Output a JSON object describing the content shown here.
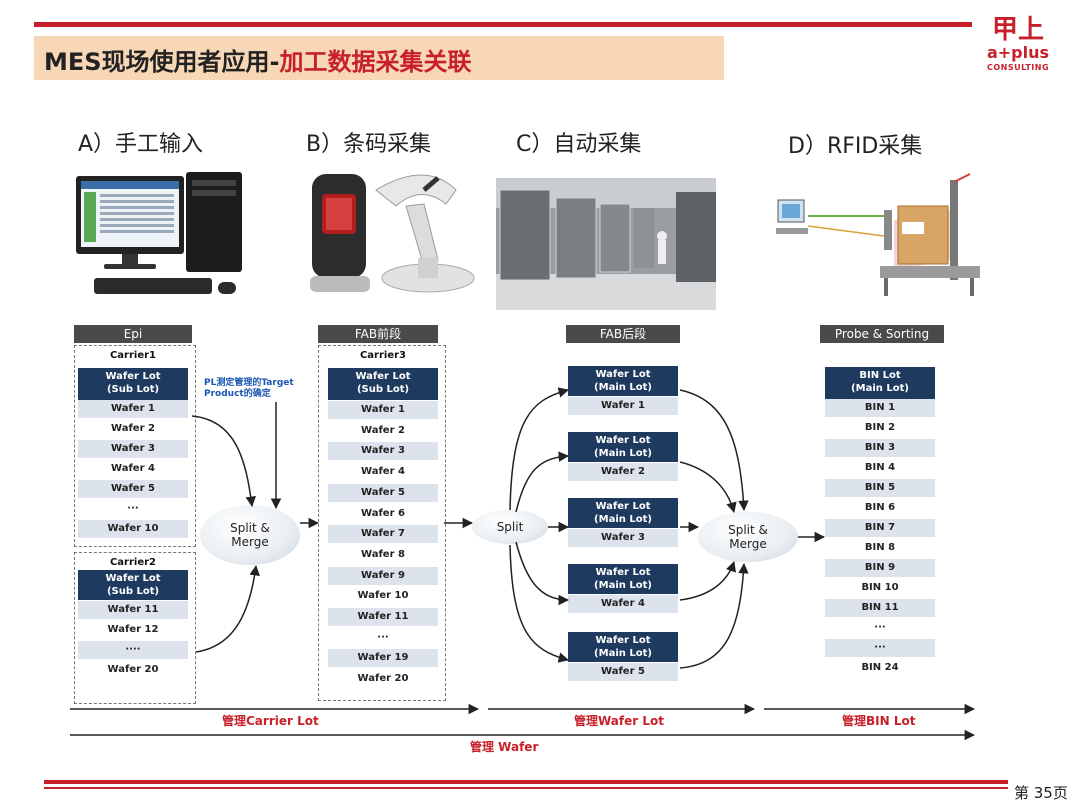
{
  "title": {
    "main": "MES现场使用者应用-",
    "accent": "加工数据采集关联"
  },
  "logo": {
    "line1": "甲上",
    "line2": "a+plus",
    "line3": "CONSULTING"
  },
  "categories": [
    "A）手工输入",
    "B）条码采集",
    "C）自动采集",
    "D）RFID采集"
  ],
  "sections": [
    "Epi",
    "FAB前段",
    "FAB后段",
    "Probe & Sorting"
  ],
  "epi": {
    "carrier1": {
      "name": "Carrier1",
      "lot": "Wafer Lot\n(Sub Lot)",
      "items": [
        "Wafer 1",
        "Wafer 2",
        "Wafer 3",
        "Wafer 4",
        "Wafer 5",
        "···",
        "Wafer 10"
      ]
    },
    "carrier2": {
      "name": "Carrier2",
      "lot": "Wafer Lot\n(Sub Lot)",
      "items": [
        "Wafer 11",
        "Wafer 12",
        "····",
        "Wafer 20"
      ]
    }
  },
  "note": "PL测定管理的Target Product的确定",
  "merge1": "Split &\nMerge",
  "fab_front": {
    "name": "Carrier3",
    "lot": "Wafer Lot\n(Sub Lot)",
    "items": [
      "Wafer 1",
      "Wafer 2",
      "Wafer 3",
      "Wafer 4",
      "Wafer 5",
      "Wafer 6",
      "Wafer 7",
      "Wafer 8",
      "Wafer 9",
      "Wafer 10",
      "Wafer 11",
      "···",
      "Wafer 19",
      "Wafer 20"
    ]
  },
  "split": "Split",
  "fab_back": [
    {
      "lot": "Wafer Lot\n(Main Lot)",
      "wafer": "Wafer 1"
    },
    {
      "lot": "Wafer Lot\n(Main Lot)",
      "wafer": "Wafer 2"
    },
    {
      "lot": "Wafer Lot\n(Main Lot)",
      "wafer": "Wafer 3"
    },
    {
      "lot": "Wafer Lot\n(Main Lot)",
      "wafer": "Wafer 4"
    },
    {
      "lot": "Wafer Lot\n(Main Lot)",
      "wafer": "Wafer 5"
    }
  ],
  "merge2": "Split &\nMerge",
  "probe": {
    "lot": "BIN Lot\n(Main Lot)",
    "items": [
      "BIN 1",
      "BIN 2",
      "BIN 3",
      "BIN 4",
      "BIN 5",
      "BIN 6",
      "BIN 7",
      "BIN 8",
      "BIN 9",
      "BIN 10",
      "BIN 11",
      "···",
      "···",
      "BIN 24"
    ]
  },
  "manage": {
    "carrier": "管理Carrier Lot",
    "wafer_lot": "管理Wafer Lot",
    "bin": "管理BIN Lot",
    "wafer": "管理 Wafer"
  },
  "page": "第 35页",
  "colors": {
    "red": "#c8202a",
    "navy": "#1f3a5f",
    "title_bg": "#f7d7b5",
    "note_blue": "#1a56b3"
  }
}
